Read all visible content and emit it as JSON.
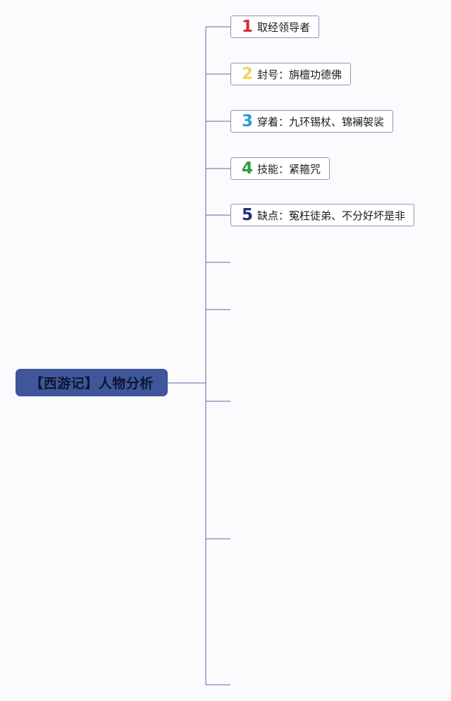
{
  "root": {
    "title": "【西游记】人物分析"
  },
  "branches": [
    {
      "number": "1",
      "text": "取经领导者",
      "color": "#d6283a"
    },
    {
      "number": "2",
      "text": "封号：旃檀功德佛",
      "color": "#f2d35a"
    },
    {
      "number": "3",
      "text": "穿着：九环锡杖、锦襕袈裟",
      "color": "#2b9cd6"
    },
    {
      "number": "4",
      "text": "技能：紧箍咒",
      "color": "#2e9c3a"
    },
    {
      "number": "5",
      "text": "缺点：冤枉徒弟、不分好坏是非",
      "color": "#1f2f7a"
    }
  ],
  "colors": {
    "connector": "#5d6aa3",
    "root_fill": "#3f569a",
    "node_border": "#8d96b8"
  }
}
